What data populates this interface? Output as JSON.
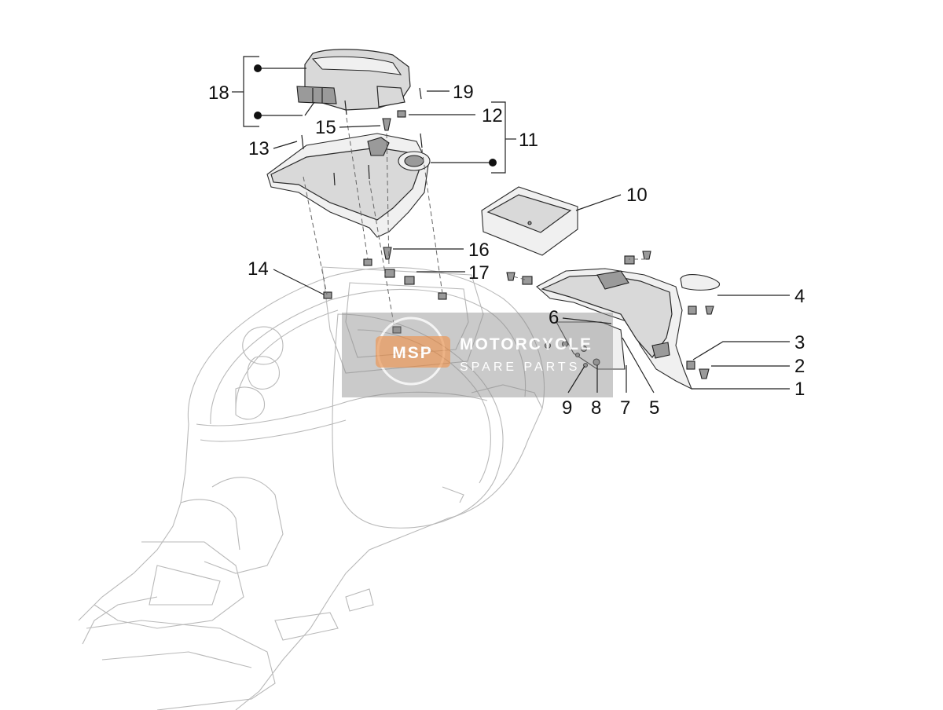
{
  "diagram": {
    "callouts": {
      "c1": "1",
      "c2": "2",
      "c3": "3",
      "c4": "4",
      "c5": "5",
      "c6": "6",
      "c7": "7",
      "c8": "8",
      "c9": "9",
      "c10": "10",
      "c11": "11",
      "c12": "12",
      "c13": "13",
      "c14": "14",
      "c15": "15",
      "c16": "16",
      "c17": "17",
      "c18": "18",
      "c19": "19"
    }
  },
  "watermark": {
    "logo": "MSP",
    "line1": "MOTORCYCLE",
    "line2": "SPARE PARTS",
    "color": "#8c8c8c"
  },
  "colors": {
    "line": "#222222",
    "body_outline": "#b9b9b9",
    "part_fill": "#d9d9d9"
  }
}
